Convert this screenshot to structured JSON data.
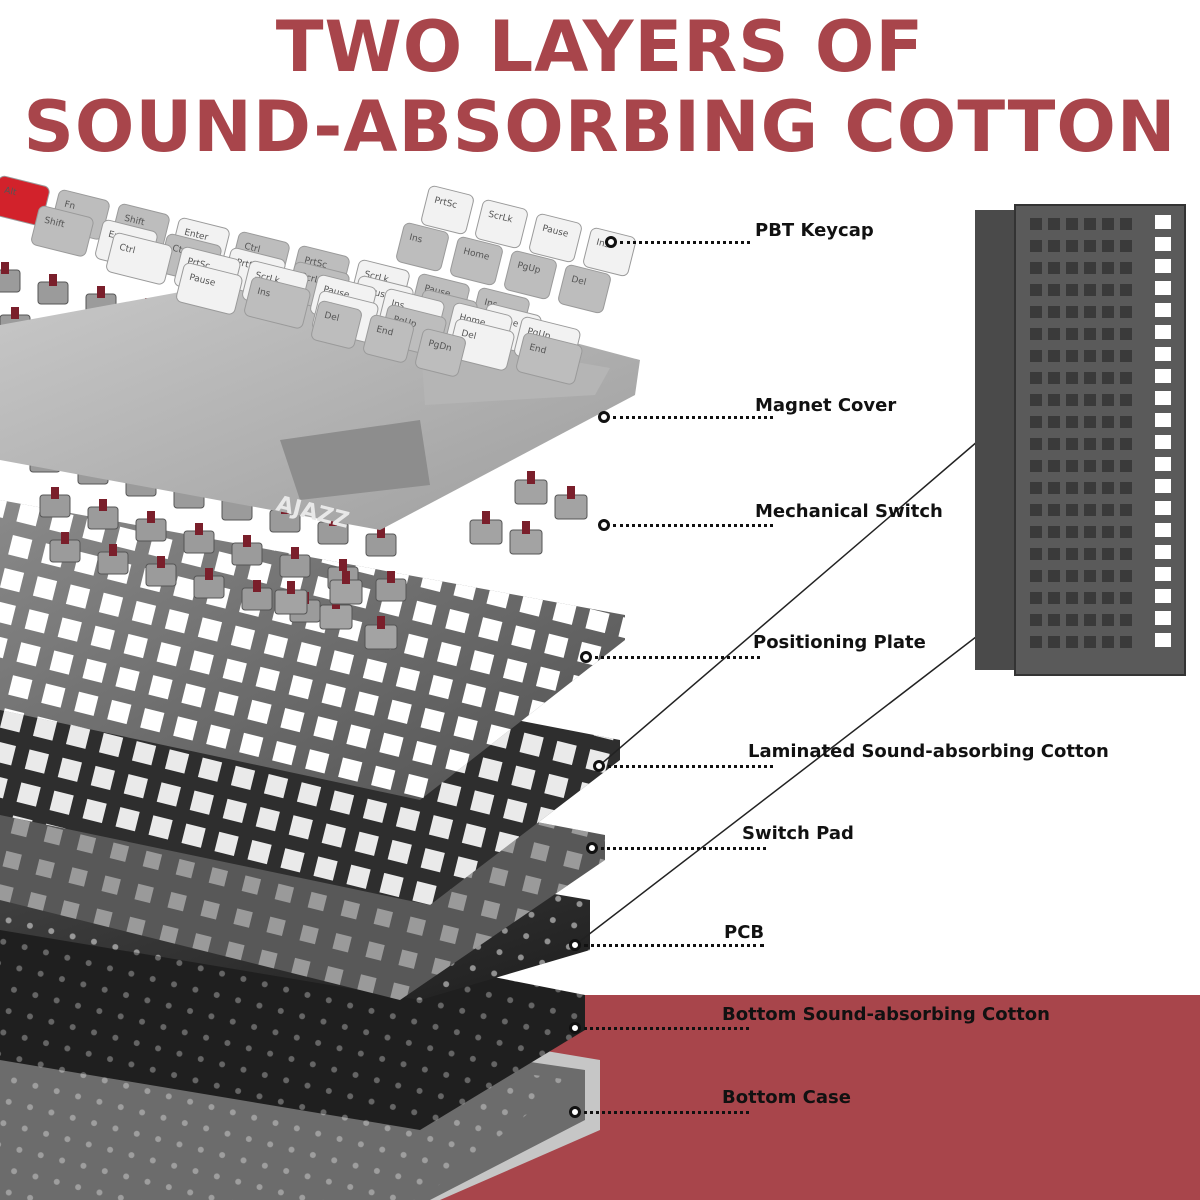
{
  "title": {
    "line1": "TWO LAYERS OF",
    "line2": "SOUND-ABSORBING COTTON"
  },
  "brand": "AJAZZ",
  "keycap_legends": [
    "Alt",
    "Fn",
    "Shift",
    "Enter",
    "Ctrl",
    "PrtSc",
    "ScrLk",
    "Pause",
    "Ins",
    "Home",
    "PgUp",
    "Del",
    "End",
    "PgDn"
  ],
  "layers": [
    {
      "label": "PBT Keycap"
    },
    {
      "label": "Magnet Cover"
    },
    {
      "label": "Mechanical Switch"
    },
    {
      "label": "Positioning Plate"
    },
    {
      "label": "Laminated Sound-absorbing Cotton"
    },
    {
      "label": "Switch Pad"
    },
    {
      "label": "PCB"
    },
    {
      "label": "Bottom Sound-absorbing Cotton"
    },
    {
      "label": "Bottom Case"
    }
  ],
  "colors": {
    "accent": "#a8454b",
    "keycap_white": "#f2f2f2",
    "keycap_grey": "#bdbdbd",
    "keycap_red": "#d2222b",
    "plate": "#5f5f5f",
    "cotton": "#3a3a3a",
    "case": "#c8c8c8",
    "switch_stem": "#7a1f2b"
  }
}
